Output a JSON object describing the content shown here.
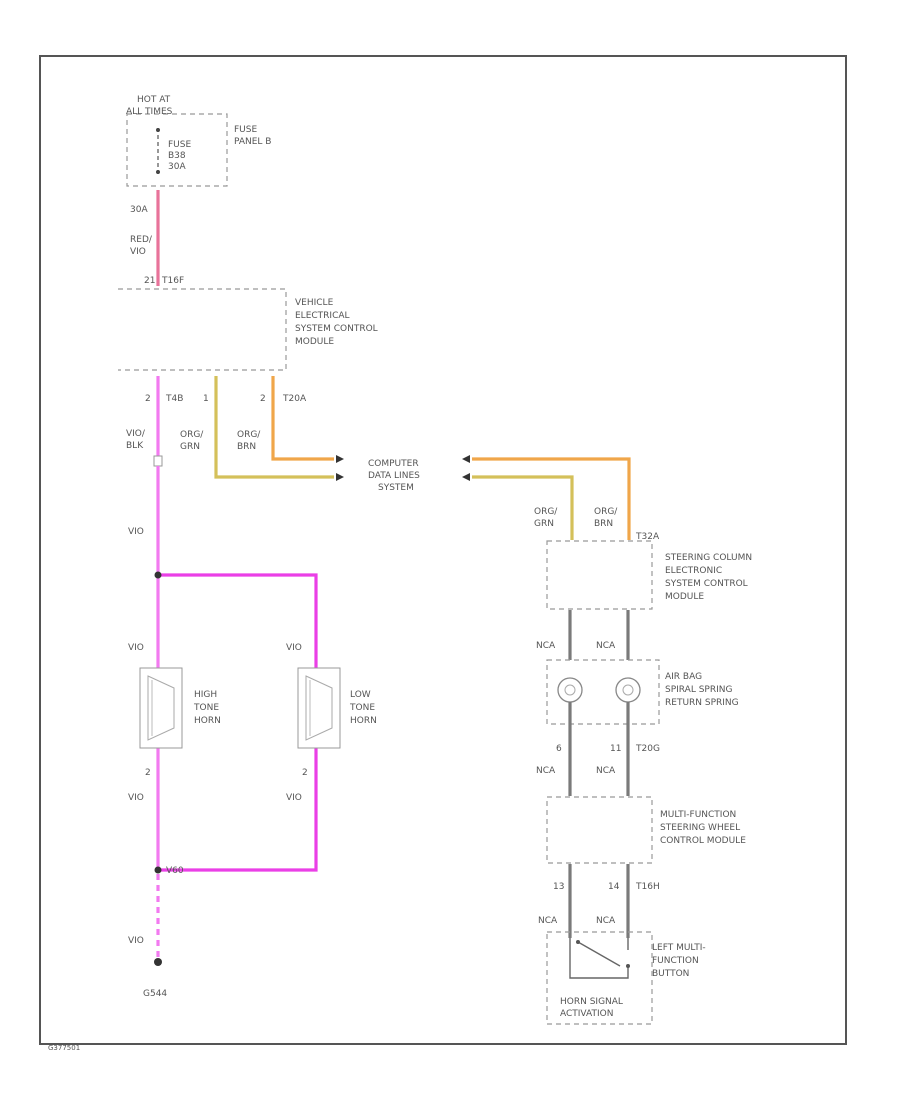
{
  "colors": {
    "red_wire": "#e8739a",
    "violet_black_wire": "#f27af0",
    "violet_wire": "#ea3fe6",
    "orange_green_wire": "#d4c05a",
    "orange_brown_wire": "#f0a64a",
    "neutral_wire": "#7a7a7a",
    "frame": "#555555"
  },
  "labels": {
    "hot_at": "HOT AT",
    "all_times": "ALL TIMES",
    "fuse_name": "FUSE",
    "fuse_id": "B38",
    "fuse_amp": "30A",
    "fuse_panel_1": "FUSE",
    "fuse_panel_2": "PANEL B",
    "fuse_rating": "30A",
    "red_1": "RED/",
    "red_2": "VIO",
    "vesc_pin": "21",
    "vesc_conn": "T16F",
    "vesc_1": "VEHICLE",
    "vesc_2": "ELECTRICAL",
    "vesc_3": "SYSTEM CONTROL",
    "vesc_4": "MODULE",
    "pin_vb": "2",
    "conn_t4b": "T4B",
    "pin_og": "1",
    "pin_ob": "2",
    "conn_t20a": "T20A",
    "vio_blk_1": "VIO/",
    "vio_blk_2": "BLK",
    "og_1": "ORG/",
    "og_2": "GRN",
    "ob_1": "ORG/",
    "ob_2": "BRN",
    "cdl_1": "COMPUTER",
    "cdl_2": "DATA LINES",
    "cdl_3": "SYSTEM",
    "og_r1": "ORG/",
    "og_r2": "GRN",
    "ob_r1": "ORG/",
    "ob_r2": "BRN",
    "conn_t32a": "T32A",
    "vio_main": "VIO",
    "vio_high": "VIO",
    "vio_low": "VIO",
    "horn_hi_1": "HIGH",
    "horn_hi_2": "TONE",
    "horn_hi_3": "HORN",
    "horn_lo_1": "LOW",
    "horn_lo_2": "TONE",
    "horn_lo_3": "HORN",
    "pin_hi": "2",
    "pin_lo": "2",
    "vio_hi_b": "VIO",
    "vio_lo_b": "VIO",
    "splice": "V60",
    "vio_gnd": "VIO",
    "ground": "G544",
    "sccm_1": "STEERING COLUMN",
    "sccm_2": "ELECTRONIC",
    "sccm_3": "SYSTEM CONTROL",
    "sccm_4": "MODULE",
    "nca_1": "NCA",
    "nca_2": "NCA",
    "airbag_1": "AIR BAG",
    "airbag_2": "SPIRAL SPRING",
    "airbag_3": "RETURN SPRING",
    "pin_6": "6",
    "pin_11": "11",
    "conn_t20g": "T20G",
    "nca_3": "NCA",
    "nca_4": "NCA",
    "mfsw_1": "MULTI-FUNCTION",
    "mfsw_2": "STEERING WHEEL",
    "mfsw_3": "CONTROL MODULE",
    "pin_13": "13",
    "pin_14": "14",
    "conn_t16h": "T16H",
    "nca_5": "NCA",
    "nca_6": "NCA",
    "lmfb_1": "LEFT MULTI-",
    "lmfb_2": "FUNCTION",
    "lmfb_3": "BUTTON",
    "horn_act_1": "HORN SIGNAL",
    "horn_act_2": "ACTIVATION",
    "figure_id": "G377501"
  }
}
